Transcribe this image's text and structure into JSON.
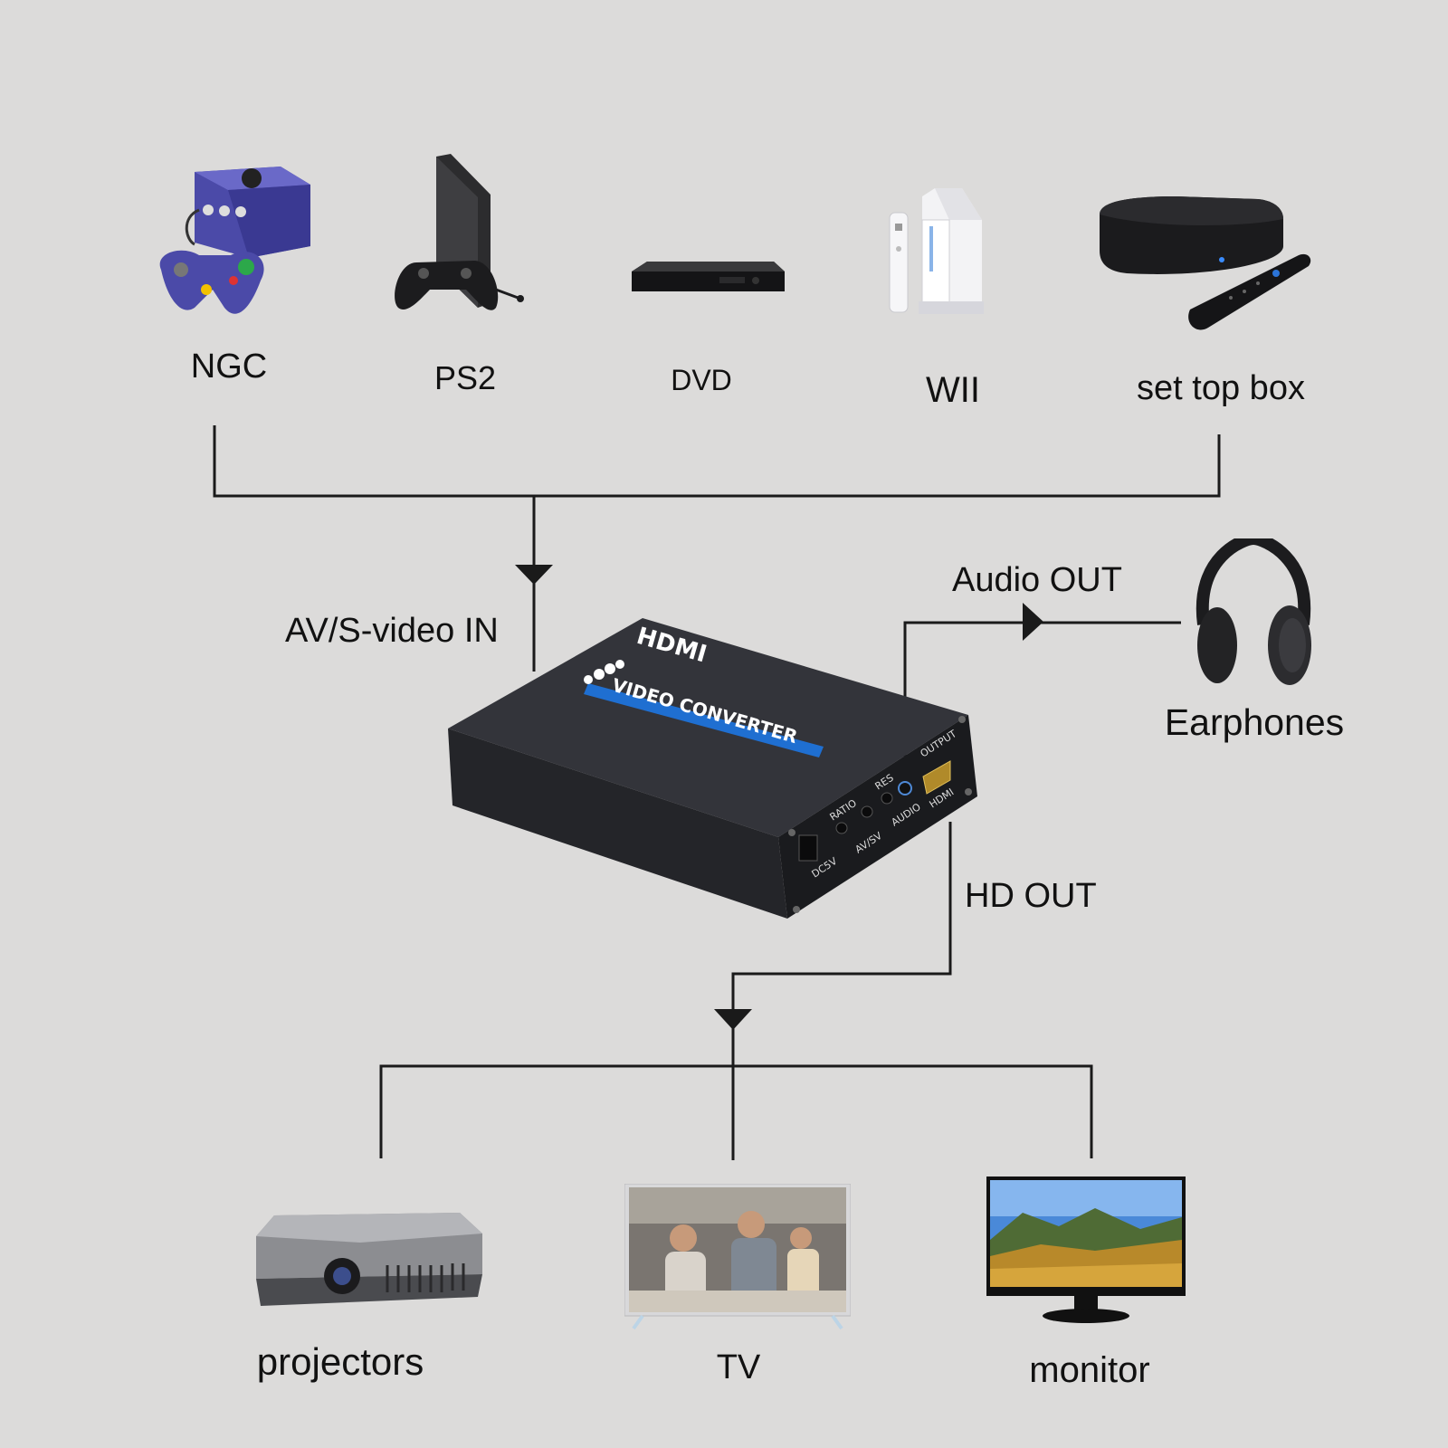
{
  "sources": [
    {
      "name": "NGC",
      "icon": "gamecube-console-icon"
    },
    {
      "name": "PS2",
      "icon": "ps2-console-icon"
    },
    {
      "name": "DVD",
      "icon": "dvd-player-icon"
    },
    {
      "name": "WII",
      "icon": "wii-console-icon"
    },
    {
      "name": "set top box",
      "icon": "set-top-box-icon"
    }
  ],
  "connections": {
    "input": "AV/S-video IN",
    "audio": "Audio OUT",
    "video": "HD OUT"
  },
  "audio_device": {
    "name": "Earphones",
    "icon": "headphones-icon"
  },
  "outputs": [
    {
      "name": "projectors",
      "icon": "projector-icon"
    },
    {
      "name": "TV",
      "icon": "tv-icon"
    },
    {
      "name": "monitor",
      "icon": "monitor-icon"
    }
  ],
  "converter": {
    "brand": "HDMI",
    "model": "VIDEO CONVERTER",
    "ports": [
      "DC5V",
      "RATIO",
      "AV/SV",
      "RES",
      "AUDIO",
      "HDMI",
      "OUTPUT"
    ]
  },
  "colors": {
    "background": "#dcdbda",
    "line": "#1a1a1a",
    "converter_body": "#2a2b2d",
    "accent_blue": "#1f6fd1",
    "gamecube_purple": "#4b4aa8"
  }
}
